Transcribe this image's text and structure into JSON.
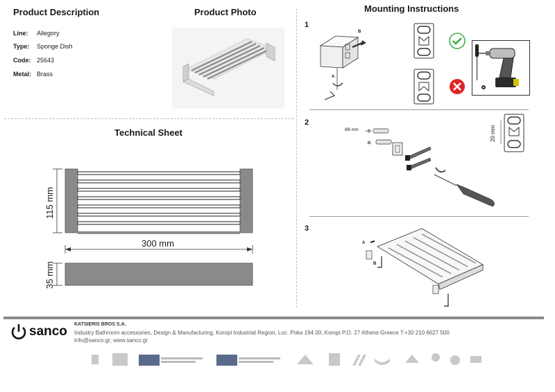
{
  "headers": {
    "product_description": "Product Description",
    "product_photo": "Product Photo",
    "mounting_instructions": "Mounting Instructions",
    "technical_sheet": "Technical Sheet"
  },
  "specs": [
    {
      "label": "Line:",
      "value": "Allegory"
    },
    {
      "label": "Type:",
      "value": "Sponge Dish"
    },
    {
      "label": "Code:",
      "value": "25643"
    },
    {
      "label": "Metal:",
      "value": "Brass"
    }
  ],
  "tech": {
    "height": "115 mm",
    "width": "300 mm",
    "depth": "35 mm"
  },
  "mounting": {
    "step1": "1",
    "step2": "2",
    "step3": "3",
    "a": "A",
    "b": "B",
    "drill_size": "Ø6 mm",
    "spacing": "20 mm"
  },
  "footer": {
    "brand": "sanco",
    "company": "KATSIERIS BROS S.A.",
    "address": "Industry Bathroom accessories, Design & Manufacturing, Koropi Industrial Region, Loc. Poka 194 00, Koropi P.O. 27  Athens-Greece   T:+30 210 6627 500",
    "contact": "info@sanco.gr; www.sanco.gr"
  },
  "colors": {
    "ok": "#3cb043",
    "no": "#e02424",
    "rule": "#8c8c8c"
  },
  "icons": [
    "check-icon",
    "cross-icon",
    "screwdriver-icon",
    "drill-icon",
    "wall-plug-icon",
    "screw-icon"
  ]
}
